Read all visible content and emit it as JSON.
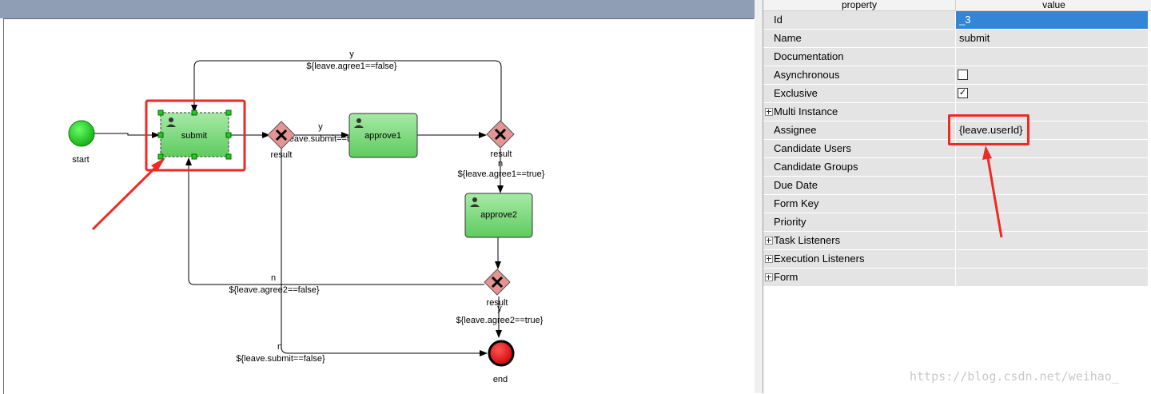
{
  "canvas": {
    "nodes": {
      "start_label": "start",
      "submit_label": "submit",
      "gateway1_label": "result",
      "approve1_label": "approve1",
      "gateway2_label": "result",
      "approve2_label": "approve2",
      "gateway3_label": "result",
      "end_label": "end"
    },
    "flows": {
      "top_y": "y",
      "top_cond": "${leave.agree1==false}",
      "mid_y": "y",
      "mid_cond": "${leave.submit==true}",
      "g2_n": "n",
      "g2_cond": "${leave.agree1==true}",
      "back_n": "n",
      "back_cond": "${leave.agree2==false}",
      "g3_y": "y",
      "g3_cond": "${leave.agree2==true}",
      "bottom_n": "n",
      "bottom_cond": "${leave.submit==false}"
    }
  },
  "properties": {
    "header_property": "property",
    "header_value": "value",
    "rows": [
      {
        "key": "Id",
        "value": "_3"
      },
      {
        "key": "Name",
        "value": "submit"
      },
      {
        "key": "Documentation",
        "value": ""
      },
      {
        "key": "Asynchronous",
        "checked": false
      },
      {
        "key": "Exclusive",
        "checked": true
      },
      {
        "key": "Multi Instance"
      },
      {
        "key": "Assignee",
        "value": "{leave.userId}"
      },
      {
        "key": "Candidate Users",
        "value": ""
      },
      {
        "key": "Candidate Groups",
        "value": ""
      },
      {
        "key": "Due Date",
        "value": ""
      },
      {
        "key": "Form Key",
        "value": ""
      },
      {
        "key": "Priority",
        "value": ""
      },
      {
        "key": "Task Listeners"
      },
      {
        "key": "Execution Listeners"
      },
      {
        "key": "Form"
      }
    ],
    "checked_mark": "✓"
  },
  "watermark": "https://blog.csdn.net/weihao_",
  "colors": {
    "task_fill": "#8ee08e",
    "start_fill": "#22cc22",
    "end_fill": "#ee1111",
    "gateway_fill": "#e08888",
    "highlight_red": "#ee2a24",
    "selection_blue": "#3385d6"
  }
}
